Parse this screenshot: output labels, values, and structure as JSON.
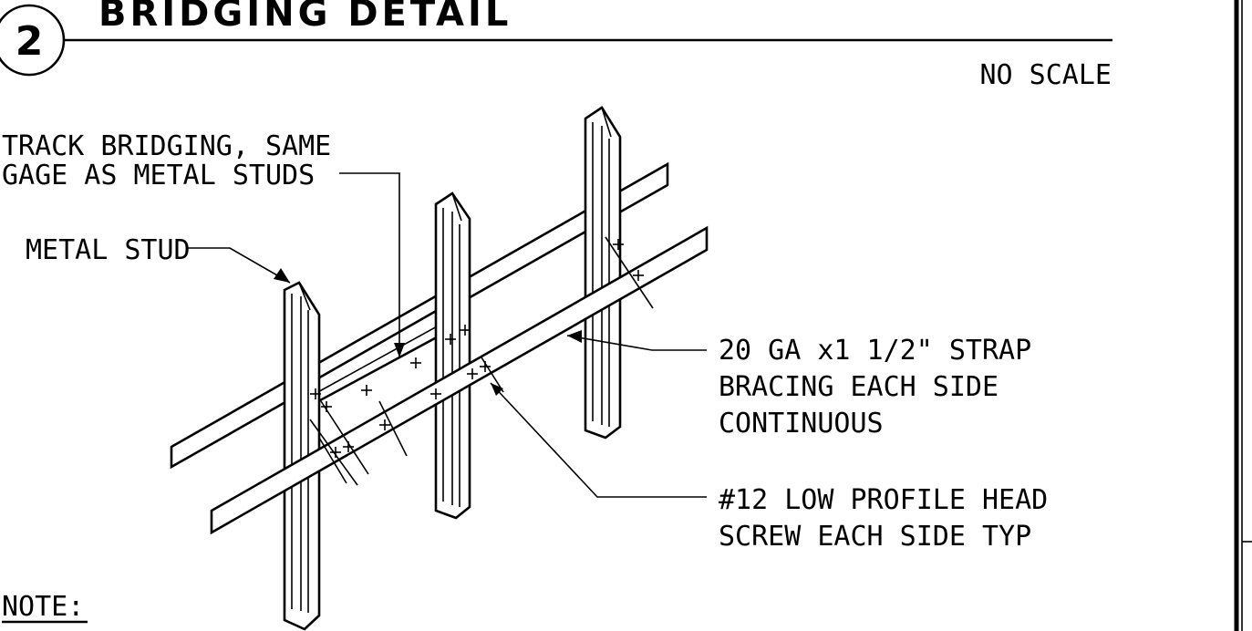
{
  "detail": {
    "number": "2",
    "title": "BRIDGING DETAIL",
    "scale": "NO SCALE"
  },
  "callouts": {
    "track_bridging": [
      "TRACK BRIDGING, SAME",
      "GAGE AS METAL STUDS"
    ],
    "metal_stud": "METAL STUD",
    "strap": [
      "20 GA x1 1/2\" STRAP",
      "BRACING EACH SIDE",
      "CONTINUOUS"
    ],
    "screw": [
      "#12 LOW PROFILE HEAD",
      "SCREW EACH SIDE TYP"
    ]
  },
  "note": {
    "label": "NOTE:"
  }
}
